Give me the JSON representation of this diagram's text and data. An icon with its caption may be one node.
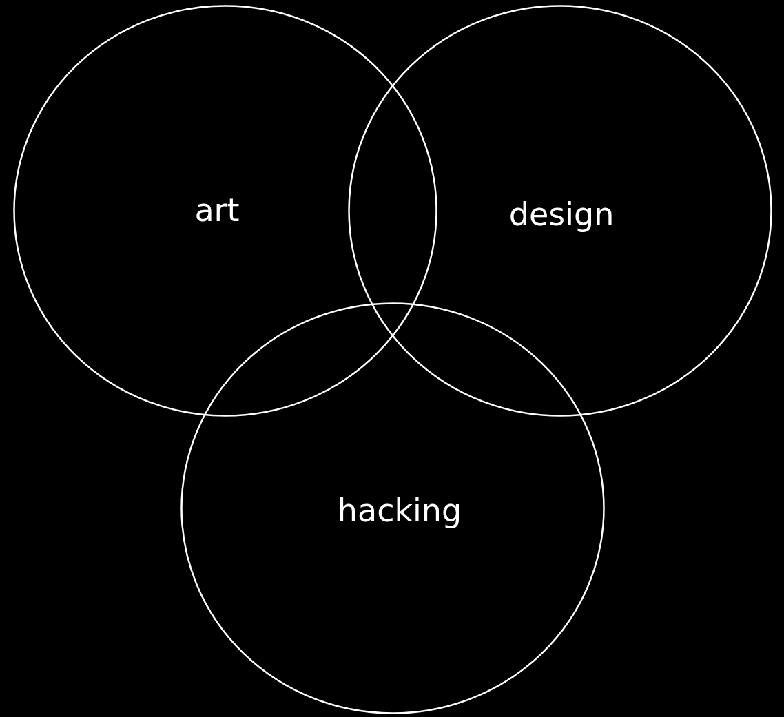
{
  "diagram": {
    "nodes": [
      {
        "text": [
          "art"
        ]
      },
      {
        "text": [
          "design"
        ]
      },
      {
        "text": [
          "hacking"
        ]
      }
    ],
    "edges": []
  }
}
